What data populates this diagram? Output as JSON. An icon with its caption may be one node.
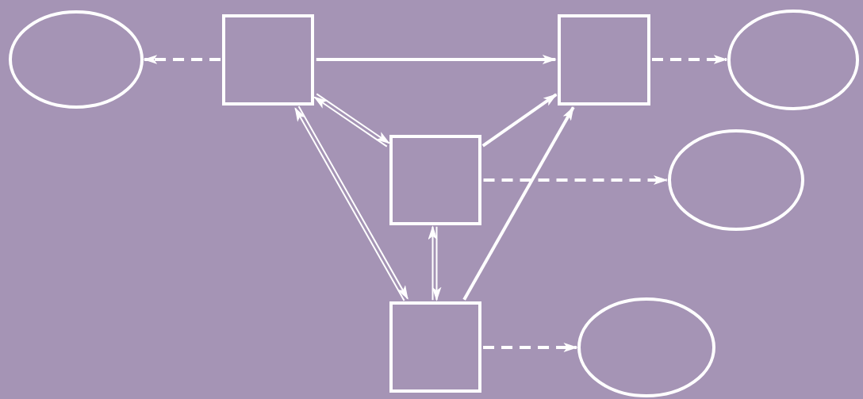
{
  "diagram": {
    "nodes": [
      {
        "text": [],
        "shape": "circle"
      },
      {
        "text": [],
        "shape": "box"
      },
      {
        "text": [],
        "shape": "box"
      },
      {
        "text": [],
        "shape": "circle"
      },
      {
        "text": [],
        "shape": "box"
      },
      {
        "text": [],
        "shape": "circle"
      },
      {
        "text": [],
        "shape": "box"
      },
      {
        "text": [],
        "shape": "circle"
      }
    ],
    "edges": [
      {
        "from": 1,
        "to": 0,
        "arrow": "to",
        "style": "dashed"
      },
      {
        "from": 1,
        "to": 2,
        "arrow": "to"
      },
      {
        "from": 2,
        "to": 3,
        "arrow": "to",
        "style": "dashed"
      },
      {
        "from": 1,
        "to": 4,
        "arrow": "both"
      },
      {
        "from": 4,
        "to": 2,
        "arrow": "to"
      },
      {
        "from": 4,
        "to": 5,
        "arrow": "to",
        "style": "dashed"
      },
      {
        "from": 1,
        "to": 6,
        "arrow": "both"
      },
      {
        "from": 4,
        "to": 6,
        "arrow": "both"
      },
      {
        "from": 6,
        "to": 2,
        "arrow": "to"
      },
      {
        "from": 6,
        "to": 7,
        "arrow": "to",
        "style": "dashed"
      }
    ]
  }
}
